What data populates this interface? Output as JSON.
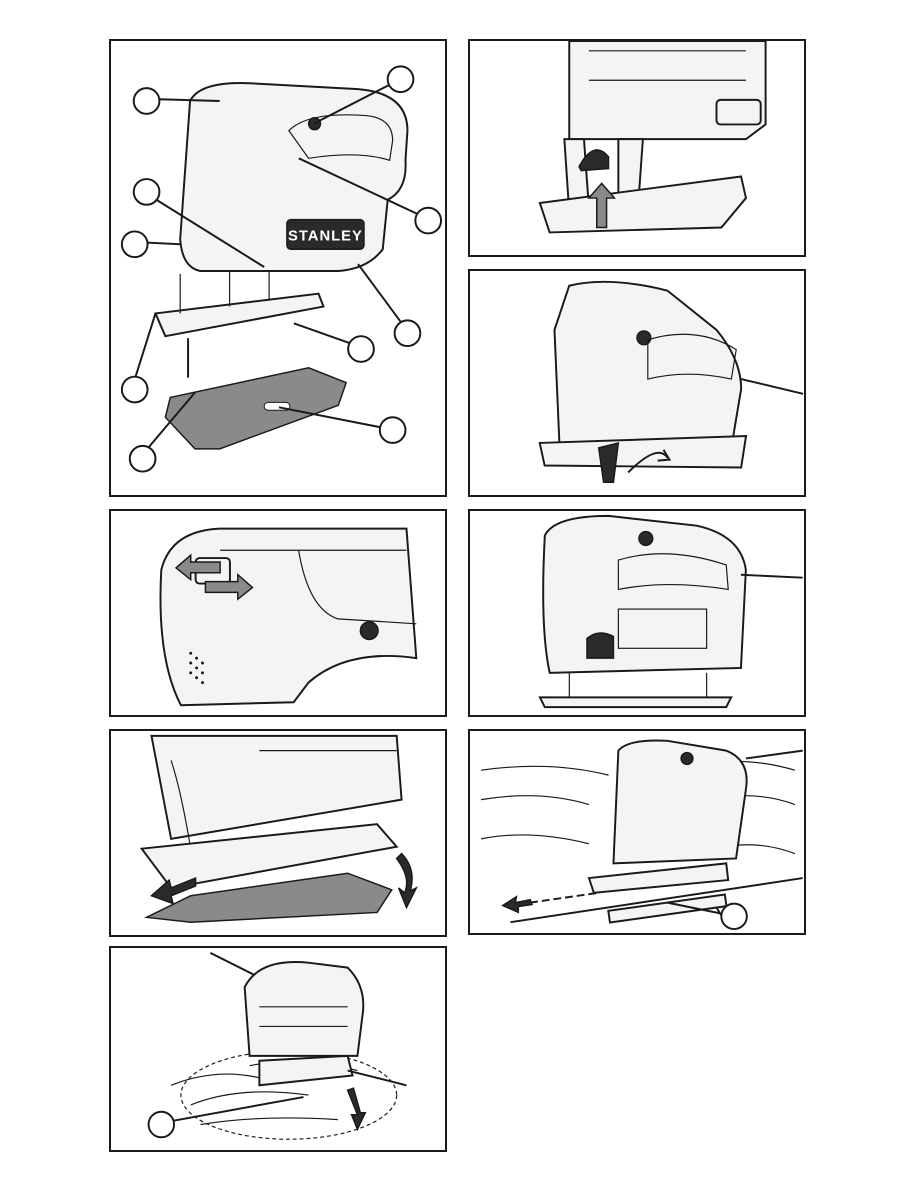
{
  "brand": "STANLEY",
  "colors": {
    "line": "#1a1a1a",
    "shoe": "#8a8a8a",
    "lever": "#2a2a2a",
    "background": "#ffffff"
  },
  "panels": [
    {
      "id": "fig-a",
      "description_icon": "jigsaw-overview-icon"
    },
    {
      "id": "fig-b",
      "description_icon": "blade-clamp-lever-up-icon"
    },
    {
      "id": "fig-c",
      "description_icon": "bevel-lever-icon"
    },
    {
      "id": "fig-d",
      "description_icon": "speed-switch-icon"
    },
    {
      "id": "fig-e",
      "description_icon": "jigsaw-side-view-icon"
    },
    {
      "id": "fig-f",
      "description_icon": "shoe-cover-remove-icon"
    },
    {
      "id": "fig-g",
      "description_icon": "rip-fence-cut-icon"
    },
    {
      "id": "fig-h",
      "description_icon": "circle-cut-icon"
    }
  ]
}
